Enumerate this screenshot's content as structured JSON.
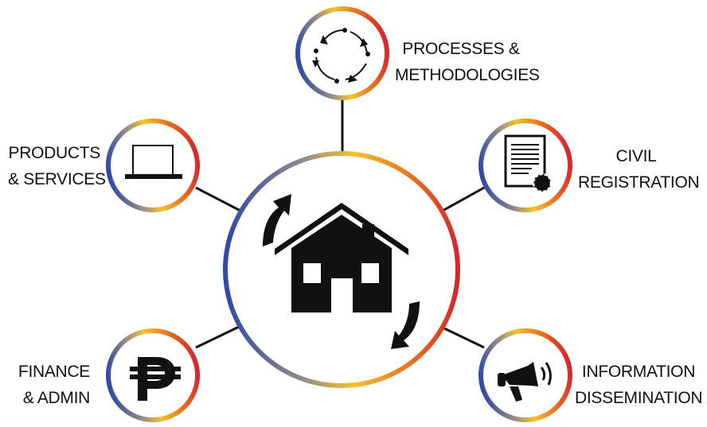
{
  "colors": {
    "ring_blue": "#2e4aa8",
    "ring_yellow": "#f2c230",
    "ring_orange": "#e8731f",
    "ring_red": "#d6262c",
    "ring_grey": "#9a8e86",
    "icon": "#111111",
    "connector": "#111111"
  },
  "hub": {
    "icon": "house-with-cycle-arrows-icon"
  },
  "nodes": [
    {
      "id": "processes",
      "icon": "cycle-arrows-icon",
      "line1": "PROCESSES &",
      "line2": "METHODOLOGIES"
    },
    {
      "id": "products",
      "icon": "laptop-icon",
      "line1": "PRODUCTS",
      "line2": "& SERVICES"
    },
    {
      "id": "civil",
      "icon": "certificate-icon",
      "line1": "CIVIL",
      "line2": "REGISTRATION"
    },
    {
      "id": "finance",
      "icon": "peso-sign-icon",
      "line1": "FINANCE",
      "line2": "& ADMIN"
    },
    {
      "id": "information",
      "icon": "megaphone-icon",
      "line1": "INFORMATION",
      "line2": "DISSEMINATION"
    }
  ]
}
